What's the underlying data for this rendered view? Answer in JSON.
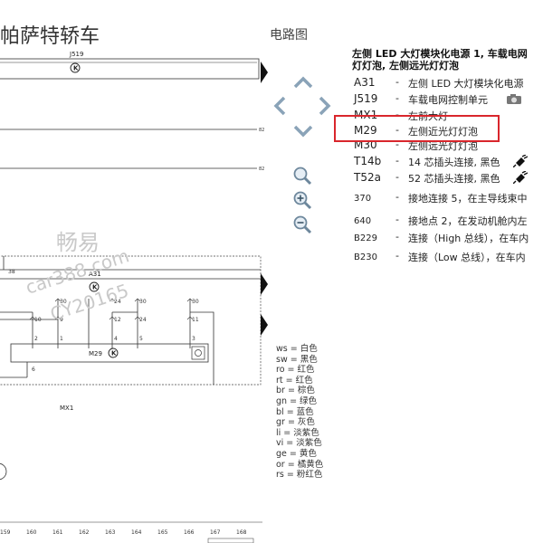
{
  "page": {
    "title": "帕萨特轿车",
    "section": "电路图"
  },
  "legend": {
    "heading_line1": "左侧 LED 大灯模块化电源 1, 车载电网",
    "heading_line2": "灯灯泡, 左侧远光灯灯泡",
    "items": [
      {
        "code": "A31",
        "dash": "-",
        "desc": "左侧 LED 大灯模块化电源"
      },
      {
        "code": "J519",
        "dash": "-",
        "desc": "车载电网控制单元"
      },
      {
        "code": "MX1",
        "dash": "-",
        "desc": "左前大灯"
      },
      {
        "code": "M29",
        "dash": "-",
        "desc": "左侧近光灯灯泡"
      },
      {
        "code": "M30",
        "dash": "-",
        "desc": "左侧远光灯灯泡"
      },
      {
        "code": "T14b",
        "dash": "-",
        "desc": "14 芯插头连接, 黑色"
      },
      {
        "code": "T52a",
        "dash": "-",
        "desc": "52 芯插头连接, 黑色"
      },
      {
        "code": "370",
        "dash": "-",
        "desc": "接地连接 5，在主导线束中"
      },
      {
        "code": "640",
        "dash": "-",
        "desc": "接地点 2，在发动机舱内左"
      },
      {
        "code": "B229",
        "dash": "-",
        "desc": "连接（High 总线），在车内"
      },
      {
        "code": "B230",
        "dash": "-",
        "desc": "连接（Low 总线），在车内"
      }
    ]
  },
  "colors": [
    "ws = 白色",
    "sw = 黑色",
    "ro = 红色",
    "rt = 红色",
    "br = 棕色",
    "gn = 绿色",
    "bl = 蓝色",
    "gr = 灰色",
    "li = 淡紫色",
    "vi = 淡紫色",
    "ge = 黄色",
    "or = 橘黄色",
    "rs = 粉红色"
  ],
  "diagram": {
    "j519_label": "J519",
    "a31_label": "A31",
    "m29_label": "M29",
    "mx1_label": "MX1",
    "line_refs": [
      "82",
      "82"
    ],
    "pins_top": [
      "30",
      "24",
      "30",
      "30"
    ],
    "pins_mid": [
      "10",
      "9",
      "12",
      "24",
      "11"
    ],
    "pins_low": [
      "2",
      "1",
      "4",
      "5",
      "3"
    ],
    "pin_bottom": "6",
    "pin_left": "38",
    "footer_numbers": [
      "159",
      "160",
      "161",
      "162",
      "163",
      "164",
      "165",
      "166",
      "167",
      "168"
    ]
  },
  "watermark": {
    "line1": "畅易",
    "line2": "car388.com",
    "line3": "CY20165"
  }
}
